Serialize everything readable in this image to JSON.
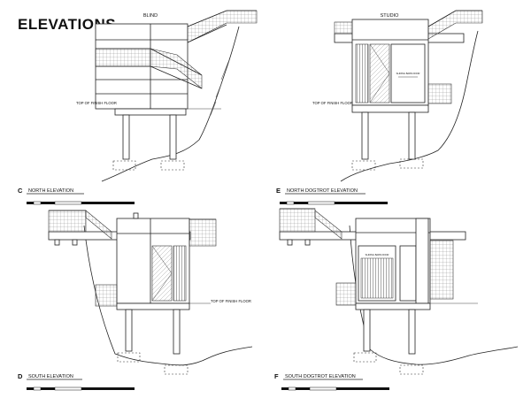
{
  "sheet": {
    "title": "ELEVATIONS"
  },
  "views": [
    {
      "letter": "C",
      "title": "NORTH ELEVATION",
      "top_label": "BLIND",
      "floor_label": "TOP OF FINISH FLOOR"
    },
    {
      "letter": "E",
      "title": "NORTH DOGTROT ELEVATION",
      "top_label": "STUDIO",
      "floor_label": "TOP OF FINISH FLOOR",
      "door_label": "SLIDING BARN DOOR"
    },
    {
      "letter": "D",
      "title": "SOUTH ELEVATION",
      "floor_label": "TOP OF FINISH FLOOR"
    },
    {
      "letter": "F",
      "title": "SOUTH DOGTROT ELEVATION",
      "door_label": "SLIDING BARN DOOR"
    }
  ]
}
